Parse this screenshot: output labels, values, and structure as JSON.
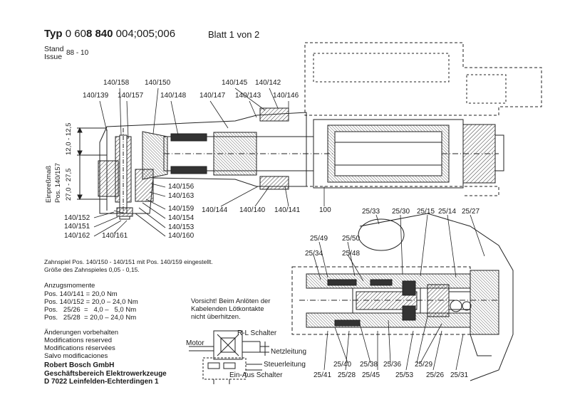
{
  "header": {
    "typ_label": "Typ",
    "typ_prefix": "0 60",
    "typ_bold": "8 840",
    "typ_suffix": " 004;005;006",
    "blatt": "Blatt 1 von 2",
    "stand_label": "Stand",
    "issue_label": "Issue",
    "stand_value": "88 - 10"
  },
  "dims": {
    "d1": "12,0 - 12,5",
    "d2": "27,0 - 27,5",
    "einpress_1": "Einpreßmaß",
    "einpress_2": "Pos. 140/157"
  },
  "labels_top": {
    "l140_158": "140/158",
    "l140_150": "140/150",
    "l140_145": "140/145",
    "l140_142": "140/142",
    "l140_139": "140/139",
    "l140_157": "140/157",
    "l140_148": "140/148",
    "l140_147": "140/147",
    "l140_143": "140/143",
    "l140_146": "140/146"
  },
  "labels_mid": {
    "l140_156": "140/156",
    "l140_163": "140/163",
    "l140_159": "140/159",
    "l140_154": "140/154",
    "l140_153": "140/153",
    "l140_160": "140/160",
    "l140_152": "140/152",
    "l140_151": "140/151",
    "l140_162": "140/162",
    "l140_161": "140/161",
    "l140_144": "140/144",
    "l140_140": "140/140",
    "l140_141": "140/141",
    "l100": "100"
  },
  "labels_lower": {
    "l25_33": "25/33",
    "l25_30": "25/30",
    "l25_15": "25/15",
    "l25_14": "25/14",
    "l25_27": "25/27",
    "l25_49": "25/49",
    "l25_50": "25/50",
    "l25_34": "25/34",
    "l25_48": "25/48",
    "l25_40": "25/40",
    "l25_38": "25/38",
    "l25_36": "25/36",
    "l25_29": "25/29",
    "l25_41": "25/41",
    "l25_28": "25/28",
    "l25_45": "25/45",
    "l25_53": "25/53",
    "l25_26": "25/26",
    "l25_31": "25/31"
  },
  "notes": {
    "zahnspiel_1": "Zahnspiel Pos. 140/150 - 140/151 mit Pos. 140/159 eingestellt.",
    "zahnspiel_2": "Größe des Zahnspieles 0,05 - 0,15.",
    "anzug_title": "Anzugsmomente",
    "anzug_lines": "Pos. 140/141 = 20,0 Nm\nPos. 140/152 = 20,0 – 24,0 Nm\nPos.   25/26  =   4,0 –   5,0 Nm\nPos.   25/28  = 20,0 – 24,0 Nm",
    "modifications": "Änderungen vorbehalten\nModifications reserved\nModifications réservées\nSalvo modificaciones",
    "company": "Robert Bosch GmbH\nGeschäftsbereich Elektrowerkzeuge\nD 7022 Leinfelden-Echterdingen 1"
  },
  "wiring": {
    "warning": "Vorsicht! Beim Anlöten der\nKabelenden Lötkontakte\nnicht überhitzen.",
    "rl": "R-L Schalter",
    "motor": "Motor",
    "netz": "Netzleitung",
    "steuer": "Steuerleitung",
    "einaus": "Ein-Aus Schalter"
  }
}
